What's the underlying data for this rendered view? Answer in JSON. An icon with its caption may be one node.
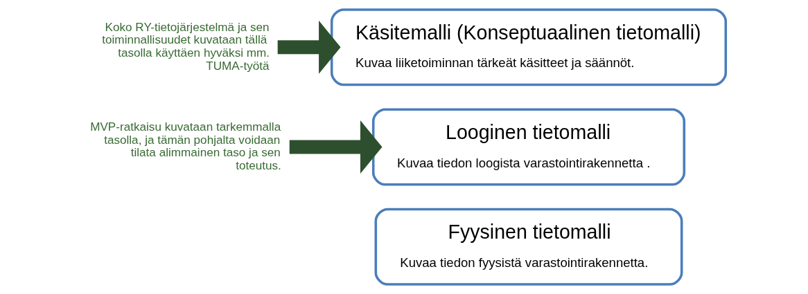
{
  "diagram": {
    "nodes": [
      {
        "text": [
          "Koko RY-tietojärjestelmä ja sen toiminnallisuudet kuvataan tällä tasolla käyttäen hyväksi mm. TUMA-työtä"
        ]
      },
      {
        "text": [
          "Käsitemalli (Konseptuaalinen tietomalli)",
          "Kuvaa liiketoiminnan tärkeät käsitteet ja säännöt."
        ]
      },
      {
        "text": [
          "MVP-ratkaisu kuvataan tarkemmalla tasolla, ja tämän pohjalta voidaan tilata alimmainen taso ja sen toteutus."
        ]
      },
      {
        "text": [
          "Looginen tietomalli",
          "Kuvaa tiedon loogista varastointirakennetta ."
        ]
      },
      {
        "text": [
          "Fyysinen tietomalli",
          "Kuvaa tiedon fyysistä varastointirakennetta."
        ]
      }
    ],
    "edges": [
      {
        "from": 0,
        "to": 1,
        "arrow": "to"
      },
      {
        "from": 2,
        "to": 3,
        "arrow": "to"
      }
    ]
  }
}
